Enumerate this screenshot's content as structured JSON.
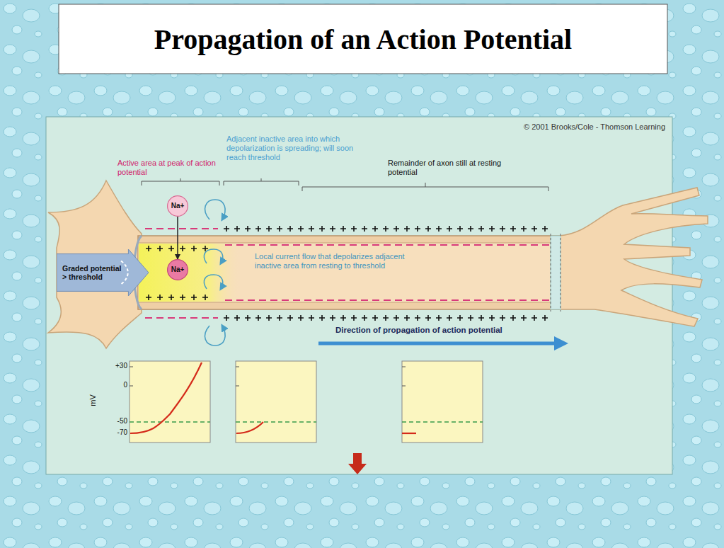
{
  "diagram": {
    "title": "Propagation of an Action Potential",
    "nodes": [
      {
        "text": [
          "Graded potential > threshold"
        ]
      },
      {
        "text": [
          "Na+"
        ]
      },
      {
        "text": [
          "Na+"
        ]
      }
    ],
    "edges": [
      {
        "from": 1,
        "to": 2,
        "arrow": "to"
      }
    ],
    "labels": [
      "© 2001 Brooks/Cole - Thomson Learning",
      "Active area at peak of action potential",
      "Adjacent inactive area into which depolarization is spreading; will soon reach threshold",
      "Remainder of axon still at resting potential",
      "Local current flow that depolarizes adjacent inactive area from resting to threshold",
      "Direction of propagation of action potential",
      "+30",
      "0",
      "-50",
      "-70",
      "mV"
    ]
  }
}
